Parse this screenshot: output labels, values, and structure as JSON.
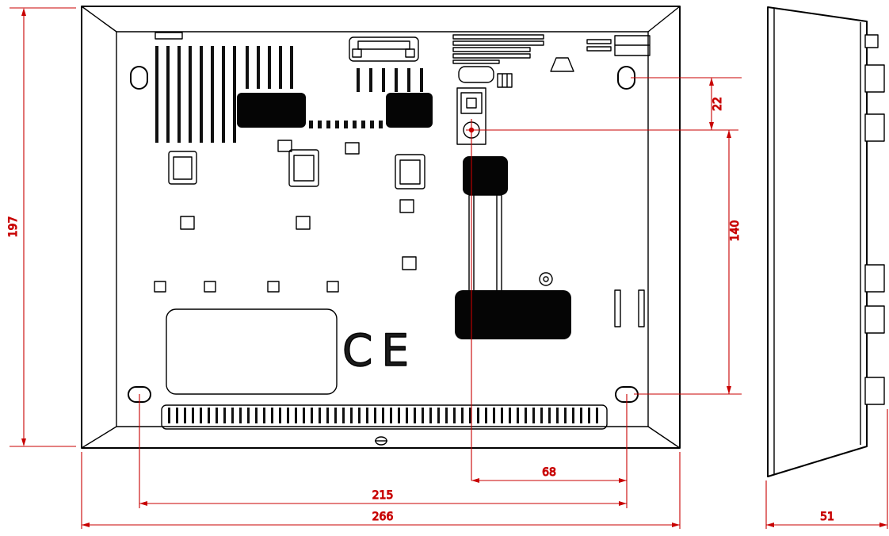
{
  "drawing": {
    "background": "#ffffff",
    "line_color": "#000000",
    "dimension_color": "#c80000",
    "front": {
      "ce_mark": "CE"
    },
    "dimensions": {
      "overall_height": "197",
      "top_hole_to_lens": "22",
      "lens_to_bottom_holes": "140",
      "lens_to_right_hole": "68",
      "bottom_hole_spacing": "215",
      "overall_width": "266",
      "depth": "51"
    }
  }
}
